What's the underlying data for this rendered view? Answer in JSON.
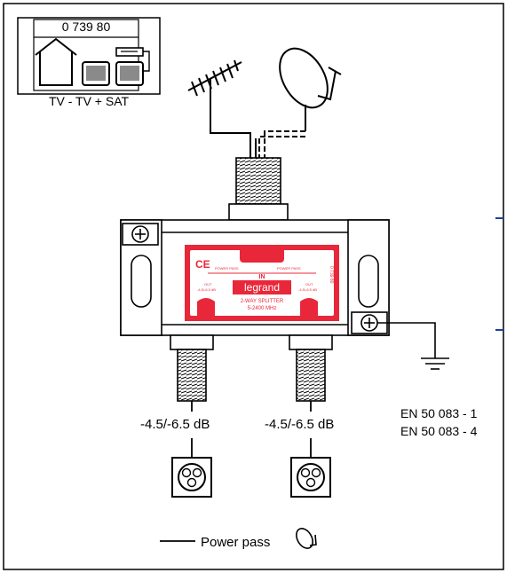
{
  "product_ref": "0 739 80",
  "system_label": "TV - TV + SAT",
  "splitter": {
    "brand": "legrand",
    "model": "2-WAY SPLITTER",
    "band": "5-2400 MHz",
    "input_label": "IN",
    "power_pass_left": "POWER PASS",
    "power_pass_right": "POWER PASS",
    "out_label_left": "OUT",
    "out_label_right": "OUT",
    "out_loss_left": "-4,5/-6,5 dB",
    "out_loss_right": "-4,5/-6,5 dB",
    "side_ref": "0 739 80",
    "ce_mark": "CE"
  },
  "outputs": [
    {
      "attenuation": "-4.5/-6.5 dB"
    },
    {
      "attenuation": "-4.5/-6.5 dB"
    }
  ],
  "standards": [
    "EN 50 083 - 1",
    "EN 50 083 - 4"
  ],
  "legend": {
    "power_pass": "Power pass"
  },
  "colors": {
    "label_red": "#e8283a",
    "connector_blue": "#1f3f9a",
    "line": "#000000"
  },
  "icons": [
    "house-icon",
    "tv-icon",
    "satellite-receiver-icon",
    "tv-antenna-icon",
    "satellite-dish-icon",
    "ground-icon",
    "tv-socket-icon",
    "satellite-dish-small-icon"
  ]
}
